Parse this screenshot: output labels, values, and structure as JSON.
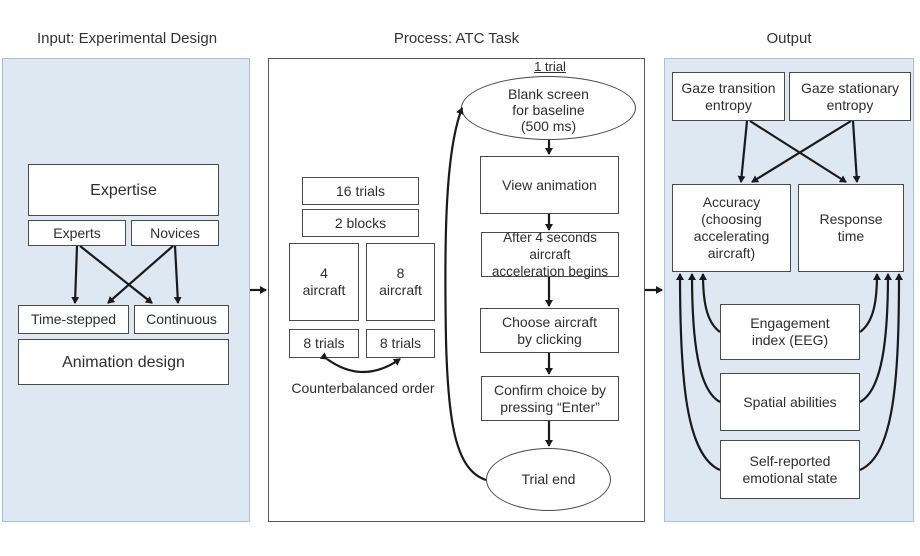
{
  "sections": {
    "input": {
      "title": "Input: Experimental Design"
    },
    "process": {
      "title": "Process: ATC Task"
    },
    "output": {
      "title": "Output"
    }
  },
  "input": {
    "expertise": "Expertise",
    "experts": "Experts",
    "novices": "Novices",
    "time_stepped": "Time-stepped",
    "continuous": "Continuous",
    "animation_design": "Animation design"
  },
  "process": {
    "trials_total": "16 trials",
    "blocks": "2 blocks",
    "aircraft_4": "4\naircraft",
    "aircraft_8": "8\naircraft",
    "trials_4": "8 trials",
    "trials_8": "8 trials",
    "counterbalanced": "Counterbalanced order",
    "one_trial": "1 trial",
    "steps": [
      "Blank screen\nfor baseline\n(500 ms)",
      "View animation",
      "After 4 seconds aircraft\nacceleration begins",
      "Choose aircraft\nby clicking",
      "Confirm choice by\npressing “Enter”",
      "Trial end"
    ]
  },
  "output": {
    "gaze_transition": "Gaze transition\nentropy",
    "gaze_stationary": "Gaze stationary\nentropy",
    "accuracy": "Accuracy\n(choosing\naccelerating\naircraft)",
    "response_time": "Response\ntime",
    "engagement": "Engagement\nindex (EEG)",
    "spatial": "Spatial abilities",
    "emotional": "Self-reported\nemotional state"
  },
  "colors": {
    "panel_blue": "#dee8f3",
    "panel_blue_border": "#a8c0da",
    "line": "#1a1a1a"
  }
}
